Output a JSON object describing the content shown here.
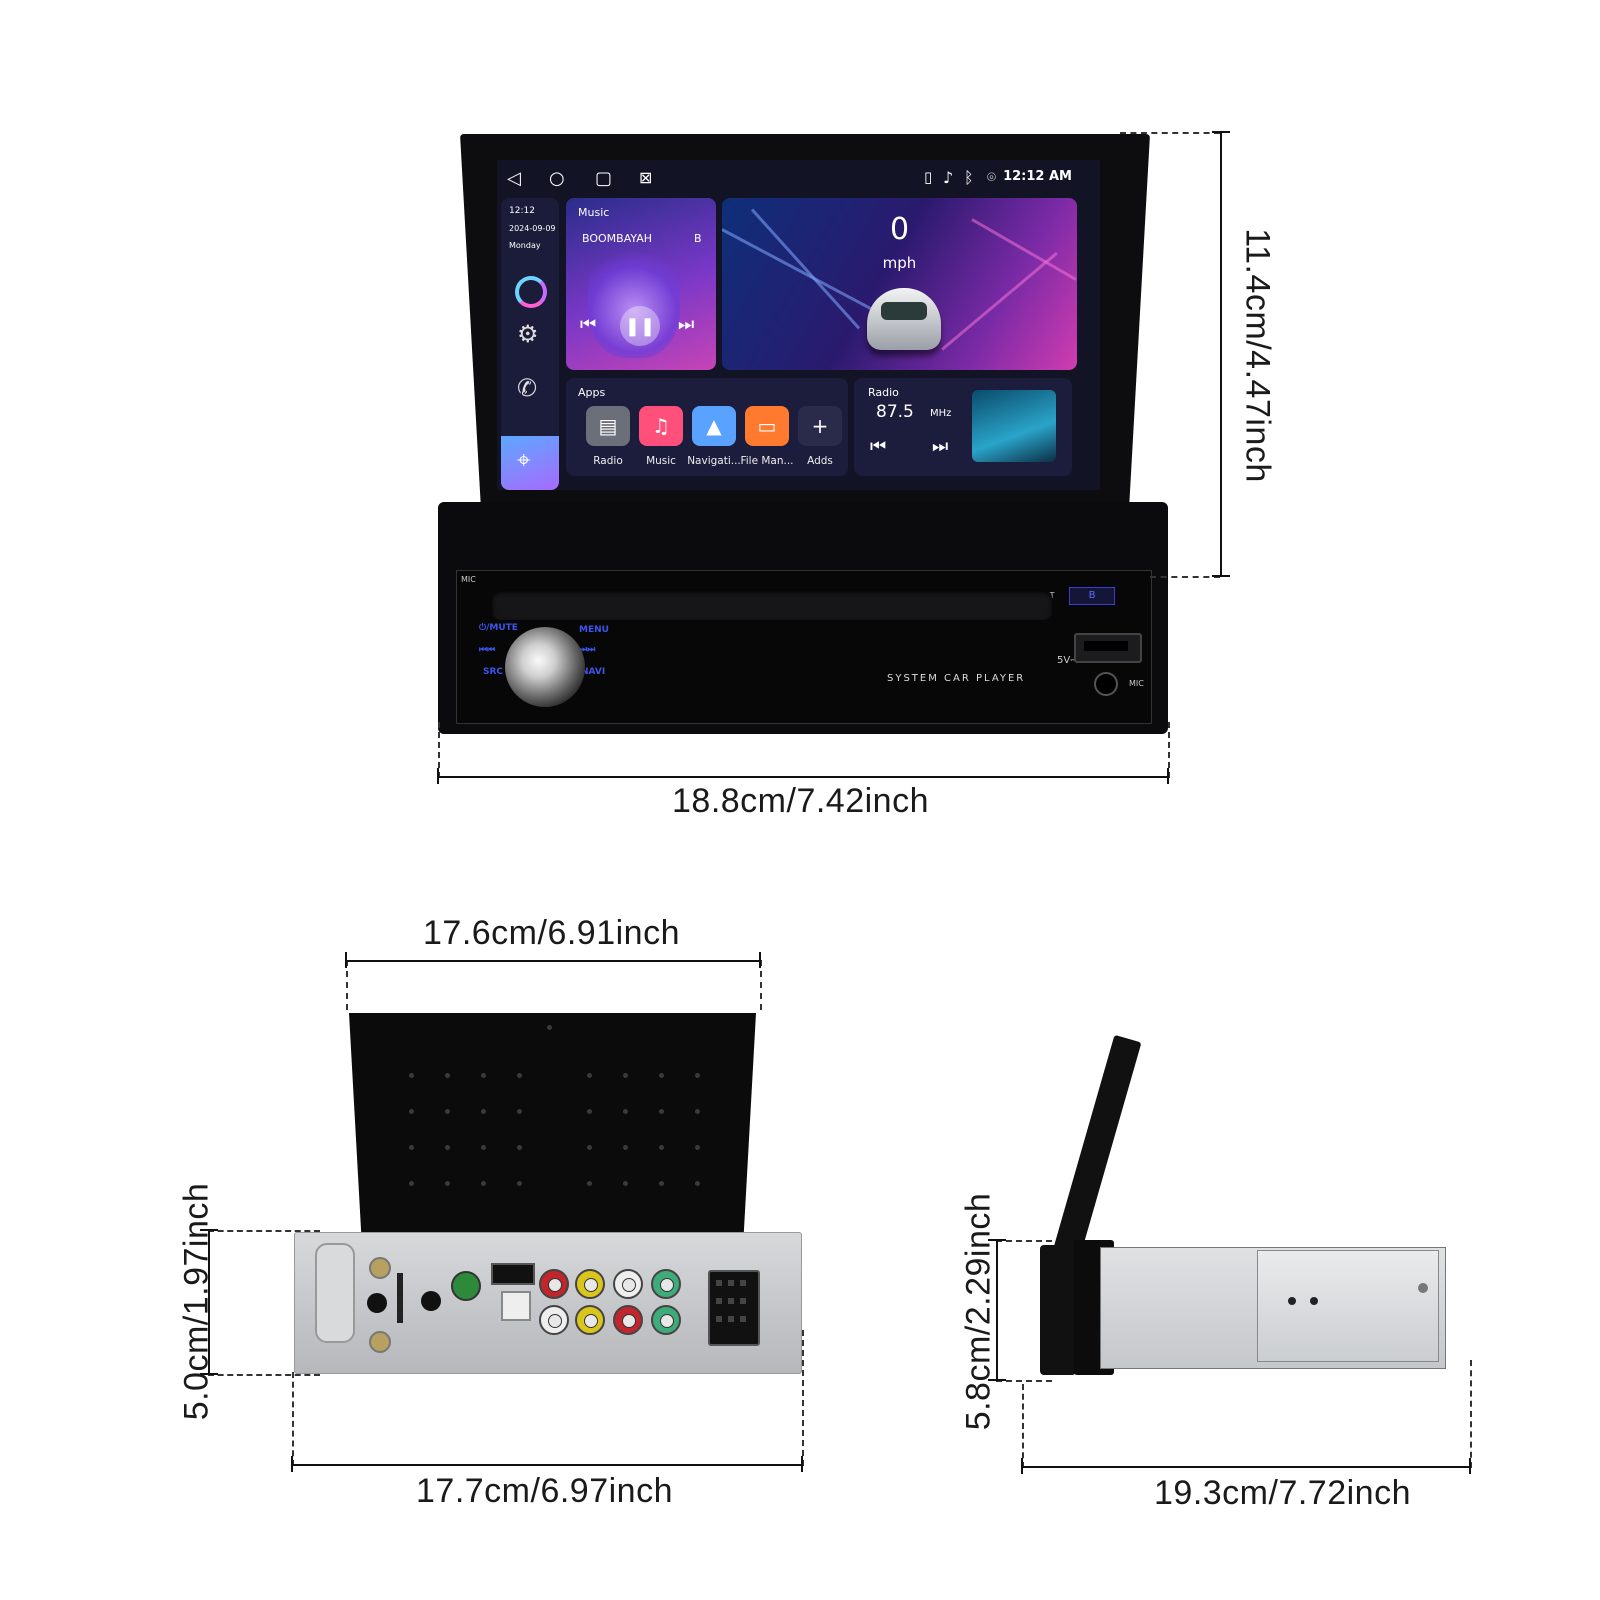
{
  "dimensions": {
    "front_width": "18.8cm/7.42inch",
    "front_height": "11.4cm/4.47inch",
    "rear_top_width": "17.6cm/6.91inch",
    "rear_bottom_width": "17.7cm/6.97inch",
    "rear_height": "5.0cm/1.97inch",
    "side_height": "5.8cm/2.29inch",
    "side_depth": "19.3cm/7.72inch"
  },
  "screen": {
    "status": {
      "time": "12:12 AM",
      "icons": [
        "back-icon",
        "home-icon",
        "recent-apps-icon",
        "screen-mirror-icon",
        "usb-icon",
        "music-note-icon",
        "bluetooth-icon",
        "location-icon"
      ]
    },
    "sidebar": {
      "time": "12:12",
      "date": "2024-09-09",
      "weekday": "Monday",
      "icons": [
        "assistant-ring-icon",
        "gear-icon",
        "bluetooth-phone-icon",
        "map-pin-icon"
      ]
    },
    "music": {
      "title": "Music",
      "track": "BOOMBAYAH",
      "track_extra": "B",
      "controls": [
        "previous-icon",
        "pause-icon",
        "next-icon"
      ]
    },
    "speed": {
      "value": "0",
      "unit": "mph"
    },
    "apps": {
      "title": "Apps",
      "items": [
        {
          "label": "Radio",
          "icon": "radio-icon",
          "color": "#6b6f7a"
        },
        {
          "label": "Music",
          "icon": "music-icon",
          "color": "#ff4f7b"
        },
        {
          "label": "Navigati...",
          "icon": "navigation-icon",
          "color": "#5aa2ff"
        },
        {
          "label": "File Man...",
          "icon": "folder-icon",
          "color": "#ff7a2e"
        },
        {
          "label": "Adds",
          "icon": "plus-icon",
          "color": "#2a2b4a"
        }
      ]
    },
    "radio": {
      "title": "Radio",
      "frequency": "87.5",
      "unit": "MHz"
    }
  },
  "faceplate": {
    "mic_top": "MIC",
    "rst": "RST",
    "bt_badge": "B",
    "power_mute": "⏻/MUTE",
    "prev": "⏮⏮",
    "src": "SRC",
    "menu": "MENU",
    "next": "⏭⏭",
    "navi": "NAVI",
    "usb_label": "5V⎓",
    "brand": "SYSTEM CAR PLAYER",
    "mic_bottom": "MIC"
  },
  "colors": {
    "panel_button_blue": "#3c54e8",
    "screen_bg": "#131326"
  }
}
